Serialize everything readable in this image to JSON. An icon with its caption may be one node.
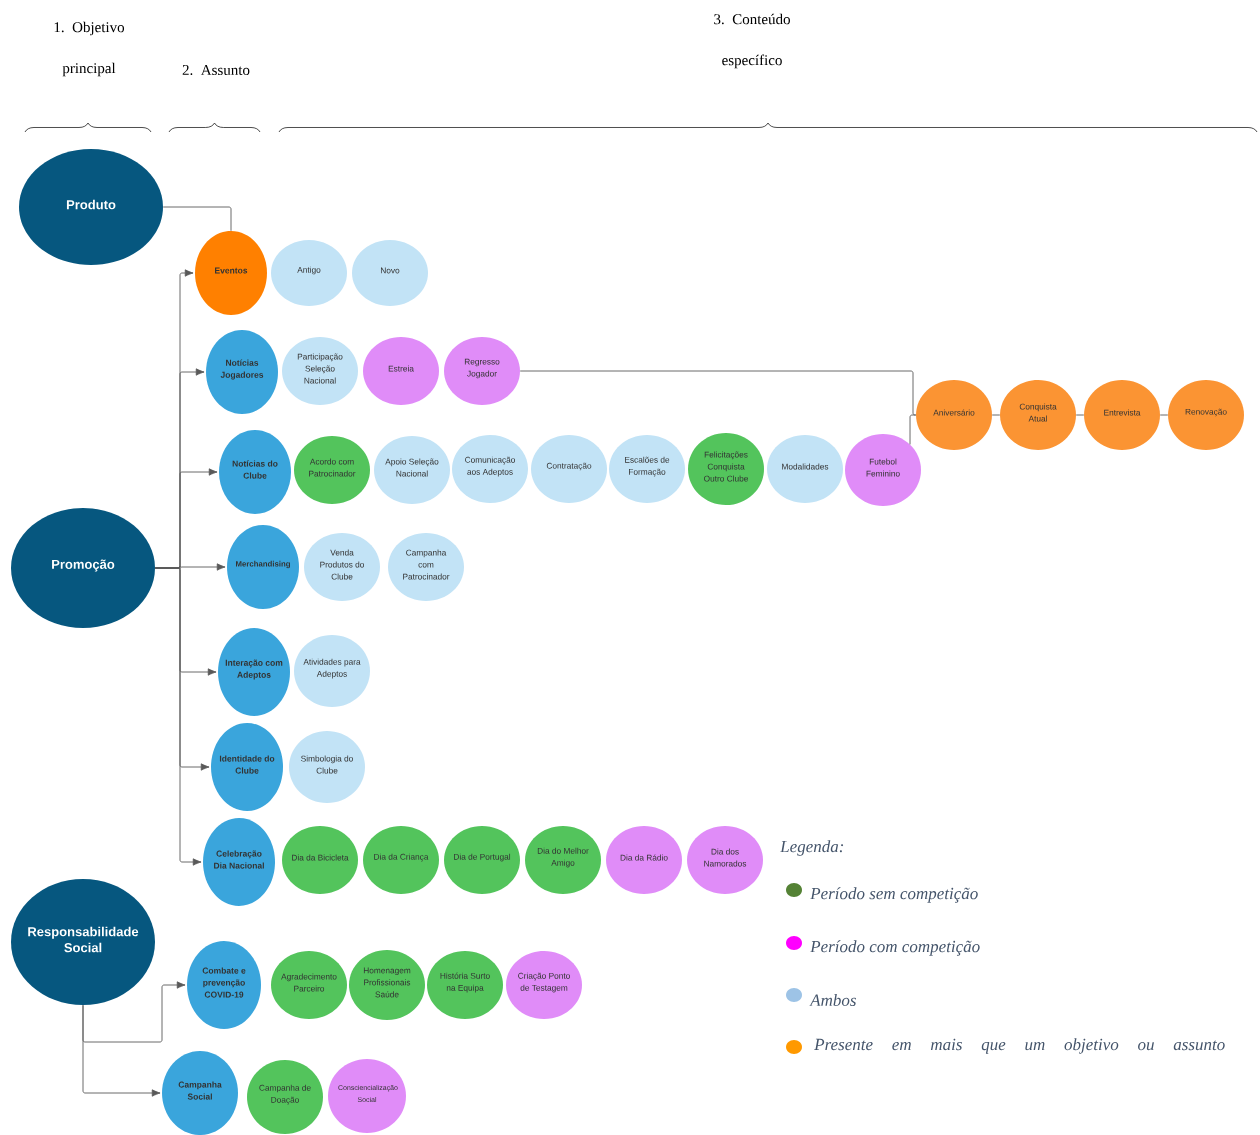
{
  "diagram": {
    "nodes": [
      {
        "text": [
          "Produto"
        ]
      },
      {
        "text": [
          "Eventos"
        ]
      },
      {
        "text": [
          "Antigo"
        ]
      },
      {
        "text": [
          "Novo"
        ]
      },
      {
        "text": [
          "Notícias Jogadores"
        ]
      },
      {
        "text": [
          "Participação Seleção Nacional"
        ]
      },
      {
        "text": [
          "Estreia"
        ]
      },
      {
        "text": [
          "Regresso Jogador"
        ]
      },
      {
        "text": [
          "Notícias do Clube"
        ]
      },
      {
        "text": [
          "Acordo com Patrocinador"
        ]
      },
      {
        "text": [
          "Apoio Seleção Nacional"
        ]
      },
      {
        "text": [
          "Comunicação aos Adeptos"
        ]
      },
      {
        "text": [
          "Contratação"
        ]
      },
      {
        "text": [
          "Escalões de Formação"
        ]
      },
      {
        "text": [
          "Felicitações Conquista Outro Clube"
        ]
      },
      {
        "text": [
          "Modalidades"
        ]
      },
      {
        "text": [
          "Futebol Feminino"
        ]
      },
      {
        "text": [
          "Aniversário"
        ]
      },
      {
        "text": [
          "Conquista Atual"
        ]
      },
      {
        "text": [
          "Entrevista"
        ]
      },
      {
        "text": [
          "Renovação"
        ]
      },
      {
        "text": [
          "Promoção"
        ]
      },
      {
        "text": [
          "Merchandising"
        ]
      },
      {
        "text": [
          "Venda Produtos do Clube"
        ]
      },
      {
        "text": [
          "Campanha com Patrocinador"
        ]
      },
      {
        "text": [
          "Interação com Adeptos"
        ]
      },
      {
        "text": [
          "Atividades para Adeptos"
        ]
      },
      {
        "text": [
          "Identidade do Clube"
        ]
      },
      {
        "text": [
          "Simbologia do Clube"
        ]
      },
      {
        "text": [
          "Celebração Dia Nacional"
        ]
      },
      {
        "text": [
          "Dia da Bicicleta"
        ]
      },
      {
        "text": [
          "Dia da Criança"
        ]
      },
      {
        "text": [
          "Dia de Portugal"
        ]
      },
      {
        "text": [
          "Dia do Melhor Amigo"
        ]
      },
      {
        "text": [
          "Dia da Rádio"
        ]
      },
      {
        "text": [
          "Dia dos Namorados"
        ]
      },
      {
        "text": [
          "Responsabilidade Social"
        ]
      },
      {
        "text": [
          "Combate e prevenção COVID-19"
        ]
      },
      {
        "text": [
          "Agradecimento Parceiro"
        ]
      },
      {
        "text": [
          "Homenagem Profissionais Saúde"
        ]
      },
      {
        "text": [
          "História Surto na Equipa"
        ]
      },
      {
        "text": [
          "Criação Ponto de Testagem"
        ]
      },
      {
        "text": [
          "Campanha Social"
        ]
      },
      {
        "text": [
          "Campanha de Doação"
        ]
      },
      {
        "text": [
          "Consciencialização Social"
        ]
      }
    ],
    "edges": [
      {
        "from": 0,
        "to": 1,
        "arrow": "none"
      },
      {
        "from": 21,
        "to": 1,
        "arrow": "to"
      },
      {
        "from": 21,
        "to": 4,
        "arrow": "to"
      },
      {
        "from": 21,
        "to": 8,
        "arrow": "to"
      },
      {
        "from": 21,
        "to": 22,
        "arrow": "to"
      },
      {
        "from": 21,
        "to": 25,
        "arrow": "to"
      },
      {
        "from": 21,
        "to": 27,
        "arrow": "to"
      },
      {
        "from": 21,
        "to": 29,
        "arrow": "to"
      },
      {
        "from": 36,
        "to": 37,
        "arrow": "to"
      },
      {
        "from": 36,
        "to": 42,
        "arrow": "to"
      },
      {
        "from": 7,
        "to": 17,
        "arrow": "none"
      },
      {
        "from": 16,
        "to": 17,
        "arrow": "none"
      },
      {
        "from": 17,
        "to": 18,
        "arrow": "none"
      },
      {
        "from": 18,
        "to": 19,
        "arrow": "none"
      },
      {
        "from": 19,
        "to": 20,
        "arrow": "none"
      }
    ],
    "labels": [
      "1. Objetivo principal",
      "2. Assunto",
      "3. Conteúdo específico",
      "Legenda:"
    ],
    "legend": [
      {
        "text": "Período sem competição",
        "color": "#548235"
      },
      {
        "text": "Período com competição",
        "color": "#ff00ff"
      },
      {
        "text": "Ambos",
        "color": "#9dc3e6"
      },
      {
        "text": "Presente em mais que um objetivo ou assunto",
        "color": "#ff9900"
      }
    ]
  }
}
